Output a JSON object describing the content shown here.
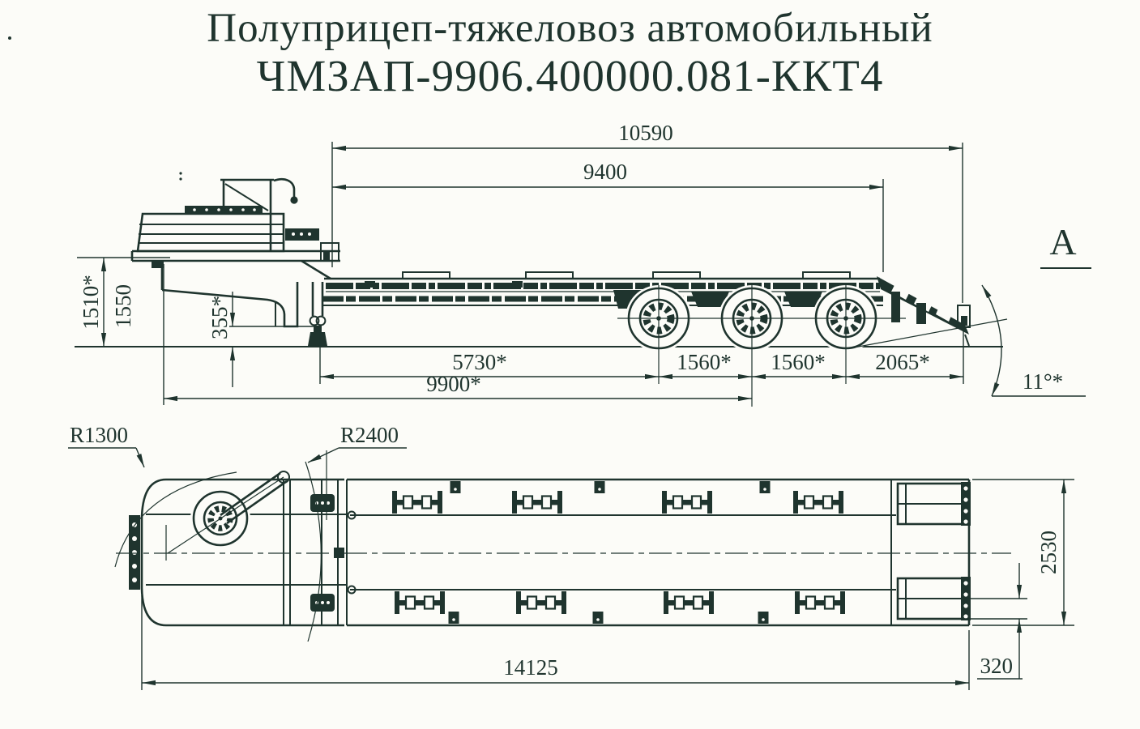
{
  "title": {
    "line1": "Полуприцеп-тяжеловоз автомобильный",
    "line2": "ЧМЗАП-9906.400000.081-ККТ4"
  },
  "side_view": {
    "dims": {
      "overall_length_top": "10590",
      "platform_length": "9400",
      "coupling_height": "1510*",
      "gooseneck_height": "1550",
      "ground_clearance": "355*",
      "front_to_first_axle": "5730*",
      "axle_spacing_1": "1560*",
      "axle_spacing_2": "1560*",
      "rear_overhang": "2065*",
      "kingpin_to_bogie": "9900*",
      "ramp_angle": "11°*",
      "view_label": "A"
    }
  },
  "top_view": {
    "dims": {
      "front_corner_radius": "R1300",
      "gooseneck_radius": "R2400",
      "overall_width": "2530",
      "overall_length": "14125",
      "ramp_width": "320"
    }
  },
  "colors": {
    "ink": "#1f342e",
    "paper": "#fcfcf8"
  }
}
